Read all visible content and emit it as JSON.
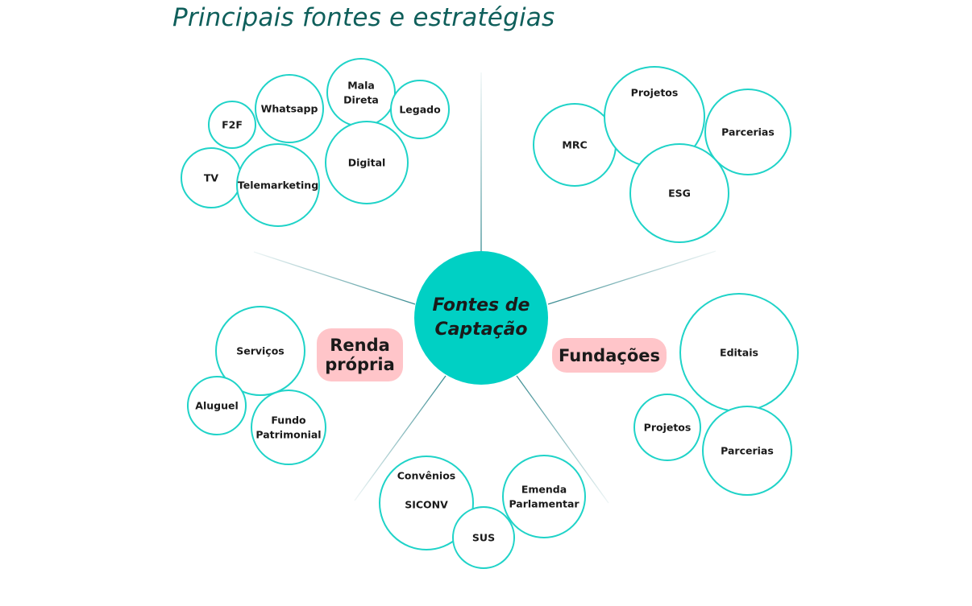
{
  "title": "Principais fontes e estratégias",
  "center": {
    "line1": "Fontes de",
    "line2": "Captação"
  },
  "categories": {
    "renda_propria": {
      "line1": "Renda",
      "line2": "própria"
    },
    "fundacoes": "Fundações"
  },
  "colors": {
    "accent": "#00d0c4",
    "stroke": "#1fd3c8",
    "title": "#0f5f5b",
    "pill": "#ffc5c9",
    "line": "#3a8c92"
  },
  "nodes": [
    {
      "id": "f2f",
      "lines": [
        "F2F"
      ]
    },
    {
      "id": "whatsapp",
      "lines": [
        "Whatsapp"
      ]
    },
    {
      "id": "mala-direta",
      "lines": [
        "Mala",
        "Direta"
      ]
    },
    {
      "id": "legado",
      "lines": [
        "Legado"
      ]
    },
    {
      "id": "tv",
      "lines": [
        "TV"
      ]
    },
    {
      "id": "telemarketing",
      "lines": [
        "Telemarketing"
      ]
    },
    {
      "id": "digital",
      "lines": [
        "Digital"
      ]
    },
    {
      "id": "mrc",
      "lines": [
        "MRC"
      ]
    },
    {
      "id": "projetos-empresas",
      "lines": [
        "Projetos"
      ]
    },
    {
      "id": "parcerias-empresas",
      "lines": [
        "Parcerias"
      ]
    },
    {
      "id": "esg",
      "lines": [
        "ESG"
      ]
    },
    {
      "id": "servicos",
      "lines": [
        "Serviços"
      ]
    },
    {
      "id": "aluguel",
      "lines": [
        "Aluguel"
      ]
    },
    {
      "id": "fundo-patrimonial",
      "lines": [
        "Fundo",
        "Patrimonial"
      ]
    },
    {
      "id": "editais",
      "lines": [
        "Editais"
      ]
    },
    {
      "id": "projetos-fundacoes",
      "lines": [
        "Projetos"
      ]
    },
    {
      "id": "parcerias-fundacoes",
      "lines": [
        "Parcerias"
      ]
    },
    {
      "id": "convenios",
      "lines": [
        "Convênios",
        "",
        "SICONV"
      ]
    },
    {
      "id": "emenda-parlamentar",
      "lines": [
        "Emenda",
        "Parlamentar"
      ]
    },
    {
      "id": "sus",
      "lines": [
        "SUS"
      ]
    }
  ]
}
